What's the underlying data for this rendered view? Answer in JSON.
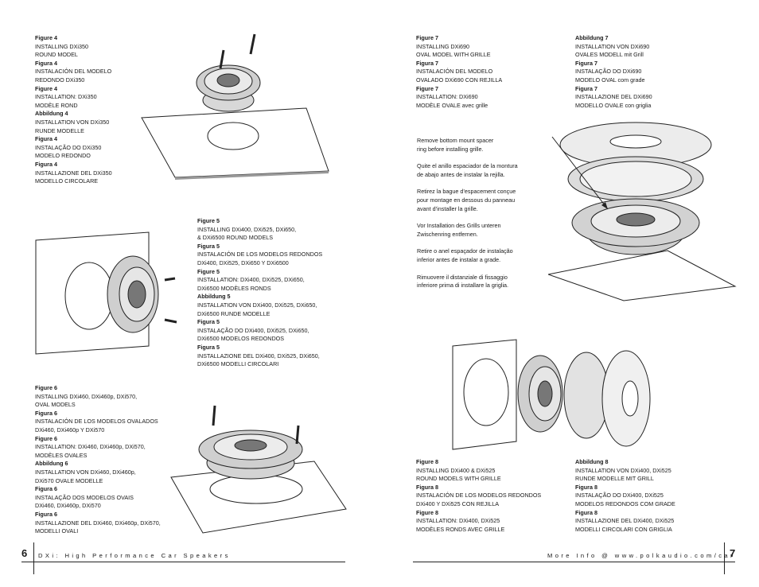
{
  "fig4": [
    {
      "h": "Figure 4",
      "t": [
        "INSTALLING DXi350",
        "ROUND MODEL"
      ]
    },
    {
      "h": "Figura 4",
      "t": [
        "INSTALACIÓN DEL MODELO",
        "REDONDO DXi350"
      ]
    },
    {
      "h": "Figure 4",
      "t": [
        "INSTALLATION: DXi350",
        "MODÈLE ROND"
      ]
    },
    {
      "h": "Abbildung 4",
      "t": [
        "INSTALLATION VON DXi350",
        "RUNDE MODELLE"
      ]
    },
    {
      "h": "Figura 4",
      "t": [
        "INSTALAÇÃO DO DXi350",
        "MODELO REDONDO"
      ]
    },
    {
      "h": "Figura 4",
      "t": [
        "INSTALLAZIONE DEL DXi350",
        "MODELLO CIRCOLARE"
      ]
    }
  ],
  "fig5": [
    {
      "h": "Figure 5",
      "t": [
        "INSTALLING DXi400, DXi525, DXi650,",
        "& DXi6500 ROUND MODELS"
      ]
    },
    {
      "h": "Figura 5",
      "t": [
        "INSTALACIÓN DE LOS MODELOS REDONDOS",
        "DXi400, DXi525, DXi650 Y DXi6500"
      ]
    },
    {
      "h": "Figure 5",
      "t": [
        "INSTALLATION: DXi400, DXi525, DXi650,",
        "DXi6500 MODÈLES RONDS"
      ]
    },
    {
      "h": "Abbildung 5",
      "t": [
        "INSTALLATION VON DXi400, DXi525, DXi650,",
        "DXi6500 RUNDE MODELLE"
      ]
    },
    {
      "h": "Figura 5",
      "t": [
        "INSTALAÇÃO DO DXi400, DXi525, DXi650,",
        "DXi6500 MODELOS REDONDOS"
      ]
    },
    {
      "h": "Figura 5",
      "t": [
        "INSTALLAZIONE DEL DXi400, DXi525, DXi650,",
        "DXi6500 MODELLI CIRCOLARI"
      ]
    }
  ],
  "fig6": [
    {
      "h": "Figure 6",
      "t": [
        "INSTALLING DXi460, DXi460p, DXi570,",
        "OVAL MODELS"
      ]
    },
    {
      "h": "Figura 6",
      "t": [
        "INSTALACIÓN DE LOS MODELOS OVALADOS",
        "DXi460, DXi460p Y DXi570"
      ]
    },
    {
      "h": "Figure 6",
      "t": [
        "INSTALLATION: DXi460, DXi460p, DXi570,",
        "MODÈLES OVALES"
      ]
    },
    {
      "h": "Abbildung 6",
      "t": [
        "INSTALLATION VON DXi460, DXi460p,",
        "DXi570 OVALE MODELLE"
      ]
    },
    {
      "h": "Figura 6",
      "t": [
        "INSTALAÇÃO DOS MODELOS OVAIS",
        "DXi460, DXi460p, DXi570"
      ]
    },
    {
      "h": "Figura 6",
      "t": [
        "INSTALLAZIONE DEL DXi460, DXi460p, DXi570,",
        "MODELLI OVALI"
      ]
    }
  ],
  "fig7a": [
    {
      "h": "Figure 7",
      "t": [
        "INSTALLING DXi690",
        "OVAL MODEL WITH GRILLE"
      ]
    },
    {
      "h": "Figura 7",
      "t": [
        "INSTALACIÓN DEL MODELO",
        "OVALADO DXi690 CON REJILLA"
      ]
    },
    {
      "h": "Figure 7",
      "t": [
        "INSTALLATION: DXi690",
        "MODÈLE OVALE avec grille"
      ]
    }
  ],
  "fig7b": [
    {
      "h": "Abbildung 7",
      "t": [
        "INSTALLATION VON DXi690",
        "OVALES MODELL mit Grill"
      ]
    },
    {
      "h": "Figura 7",
      "t": [
        "INSTALAÇÃO DO DXi690",
        "MODELO OVAL com grade"
      ]
    },
    {
      "h": "Figura 7",
      "t": [
        "INSTALLAZIONE DEL DXi690",
        "MODELLO OVALE con griglia"
      ]
    }
  ],
  "fig8a": [
    {
      "h": "Figure 8",
      "t": [
        "INSTALLING DXi400 & DXi525",
        "ROUND  MODELS WITH GRILLE"
      ]
    },
    {
      "h": "Figura 8",
      "t": [
        "INSTALACIÓN DE LOS MODELOS REDONDOS",
        "DXi400 Y  DXi525 CON REJILLA"
      ]
    },
    {
      "h": "Figure 8",
      "t": [
        "INSTALLATION: DXi400, DXi525",
        "MODÈLES RONDS AVEC GRILLE"
      ]
    }
  ],
  "fig8b": [
    {
      "h": "Abbildung 8",
      "t": [
        "INSTALLATION VON DXi400, DXi525",
        "RUNDE MODELLE MIT GRILL"
      ]
    },
    {
      "h": "Figura 8",
      "t": [
        "INSTALAÇÃO DO DXi400, DXi525",
        "MODELOS REDONDOS COM GRADE"
      ]
    },
    {
      "h": "Figura 8",
      "t": [
        "INSTALLAZIONE DEL DXi400, DXi525",
        "MODELLI CIRCOLARI CON GRIGLIA"
      ]
    }
  ],
  "note": [
    [
      "Remove bottom mount spacer",
      "ring before installing grille."
    ],
    [
      "Quite el anillo espaciador de la montura",
      "de abajo antes de instalar la rejilla."
    ],
    [
      "Retirez la bague d’espacement conçue",
      "pour montage en dessous du panneau",
      "avant d’installer la grille."
    ],
    [
      "Vor Installation des Grills unteren",
      "Zwischenring entfernen."
    ],
    [
      "Retire o anel espaçador de instalação",
      "inferior antes de instalar a grade."
    ],
    [
      "Rimuovere il distanziale di fissaggio",
      "inferiore prima di installare la griglia."
    ]
  ],
  "footer": {
    "left_page": "6",
    "left_text": "DXi: High Performance Car Speakers",
    "right_text": "More Info @ www.polkaudio.com/car",
    "right_page": "7"
  }
}
